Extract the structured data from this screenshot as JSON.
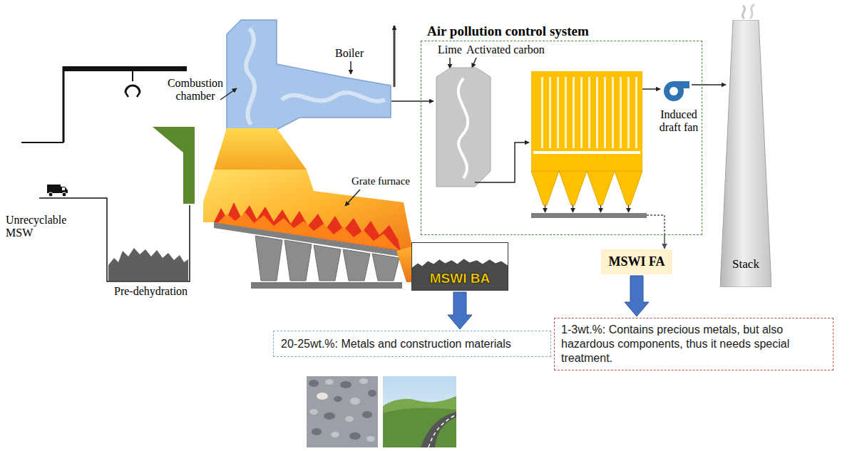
{
  "diagram": {
    "nodes": [
      {
        "text": [
          "Air pollution control system"
        ]
      },
      {
        "text": [
          "Stack"
        ]
      },
      {
        "text": [
          "MSWI BA"
        ]
      },
      {
        "text": [
          "MSWI FA"
        ]
      },
      {
        "text": [
          "20-25wt.%: Metals and construction materials"
        ]
      },
      {
        "text": [
          "1-3wt.%: Contains precious metals, but also hazardous components, thus it needs special treatment."
        ]
      }
    ],
    "edges": [
      {
        "from": 0,
        "to": 3,
        "arrow": "to"
      },
      {
        "from": 2,
        "to": 4,
        "arrow": "to"
      },
      {
        "from": 3,
        "to": 5,
        "arrow": "to"
      }
    ],
    "labels": [
      "Unrecyclable MSW",
      "Pre-dehydration",
      "Combustion chamber",
      "Boiler",
      "Grate furnace",
      "Lime",
      "Activated carbon",
      "Induced draft fan"
    ]
  }
}
